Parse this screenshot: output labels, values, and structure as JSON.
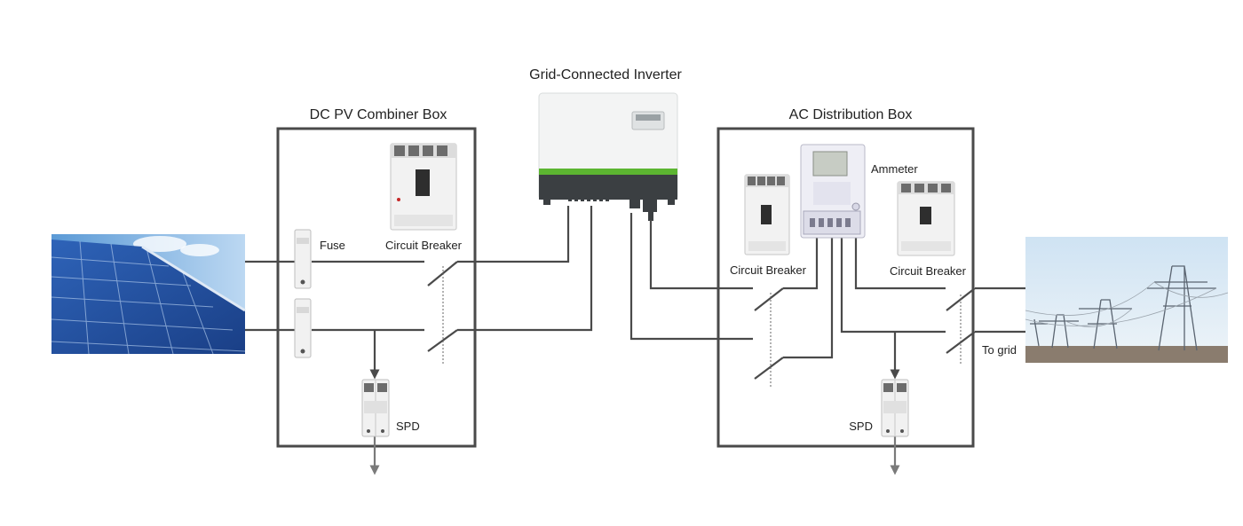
{
  "labels": {
    "inverter": "Grid-Connected Inverter",
    "dc_box": "DC PV Combiner Box",
    "ac_box": "AC Distribution Box",
    "fuse": "Fuse",
    "dc_breaker": "Circuit Breaker",
    "dc_spd": "SPD",
    "ammeter": "Ammeter",
    "ac_breaker_left": "Circuit Breaker",
    "ac_breaker_right": "Circuit Breaker",
    "ac_spd": "SPD",
    "to_grid": "To grid"
  },
  "icons": {
    "solar": "solar-panel-icon",
    "tower": "power-tower-icon"
  },
  "colors": {
    "wire": "#4a4a4a",
    "inverter_accent": "#5cb531",
    "arrow": "#7a7a7a"
  }
}
